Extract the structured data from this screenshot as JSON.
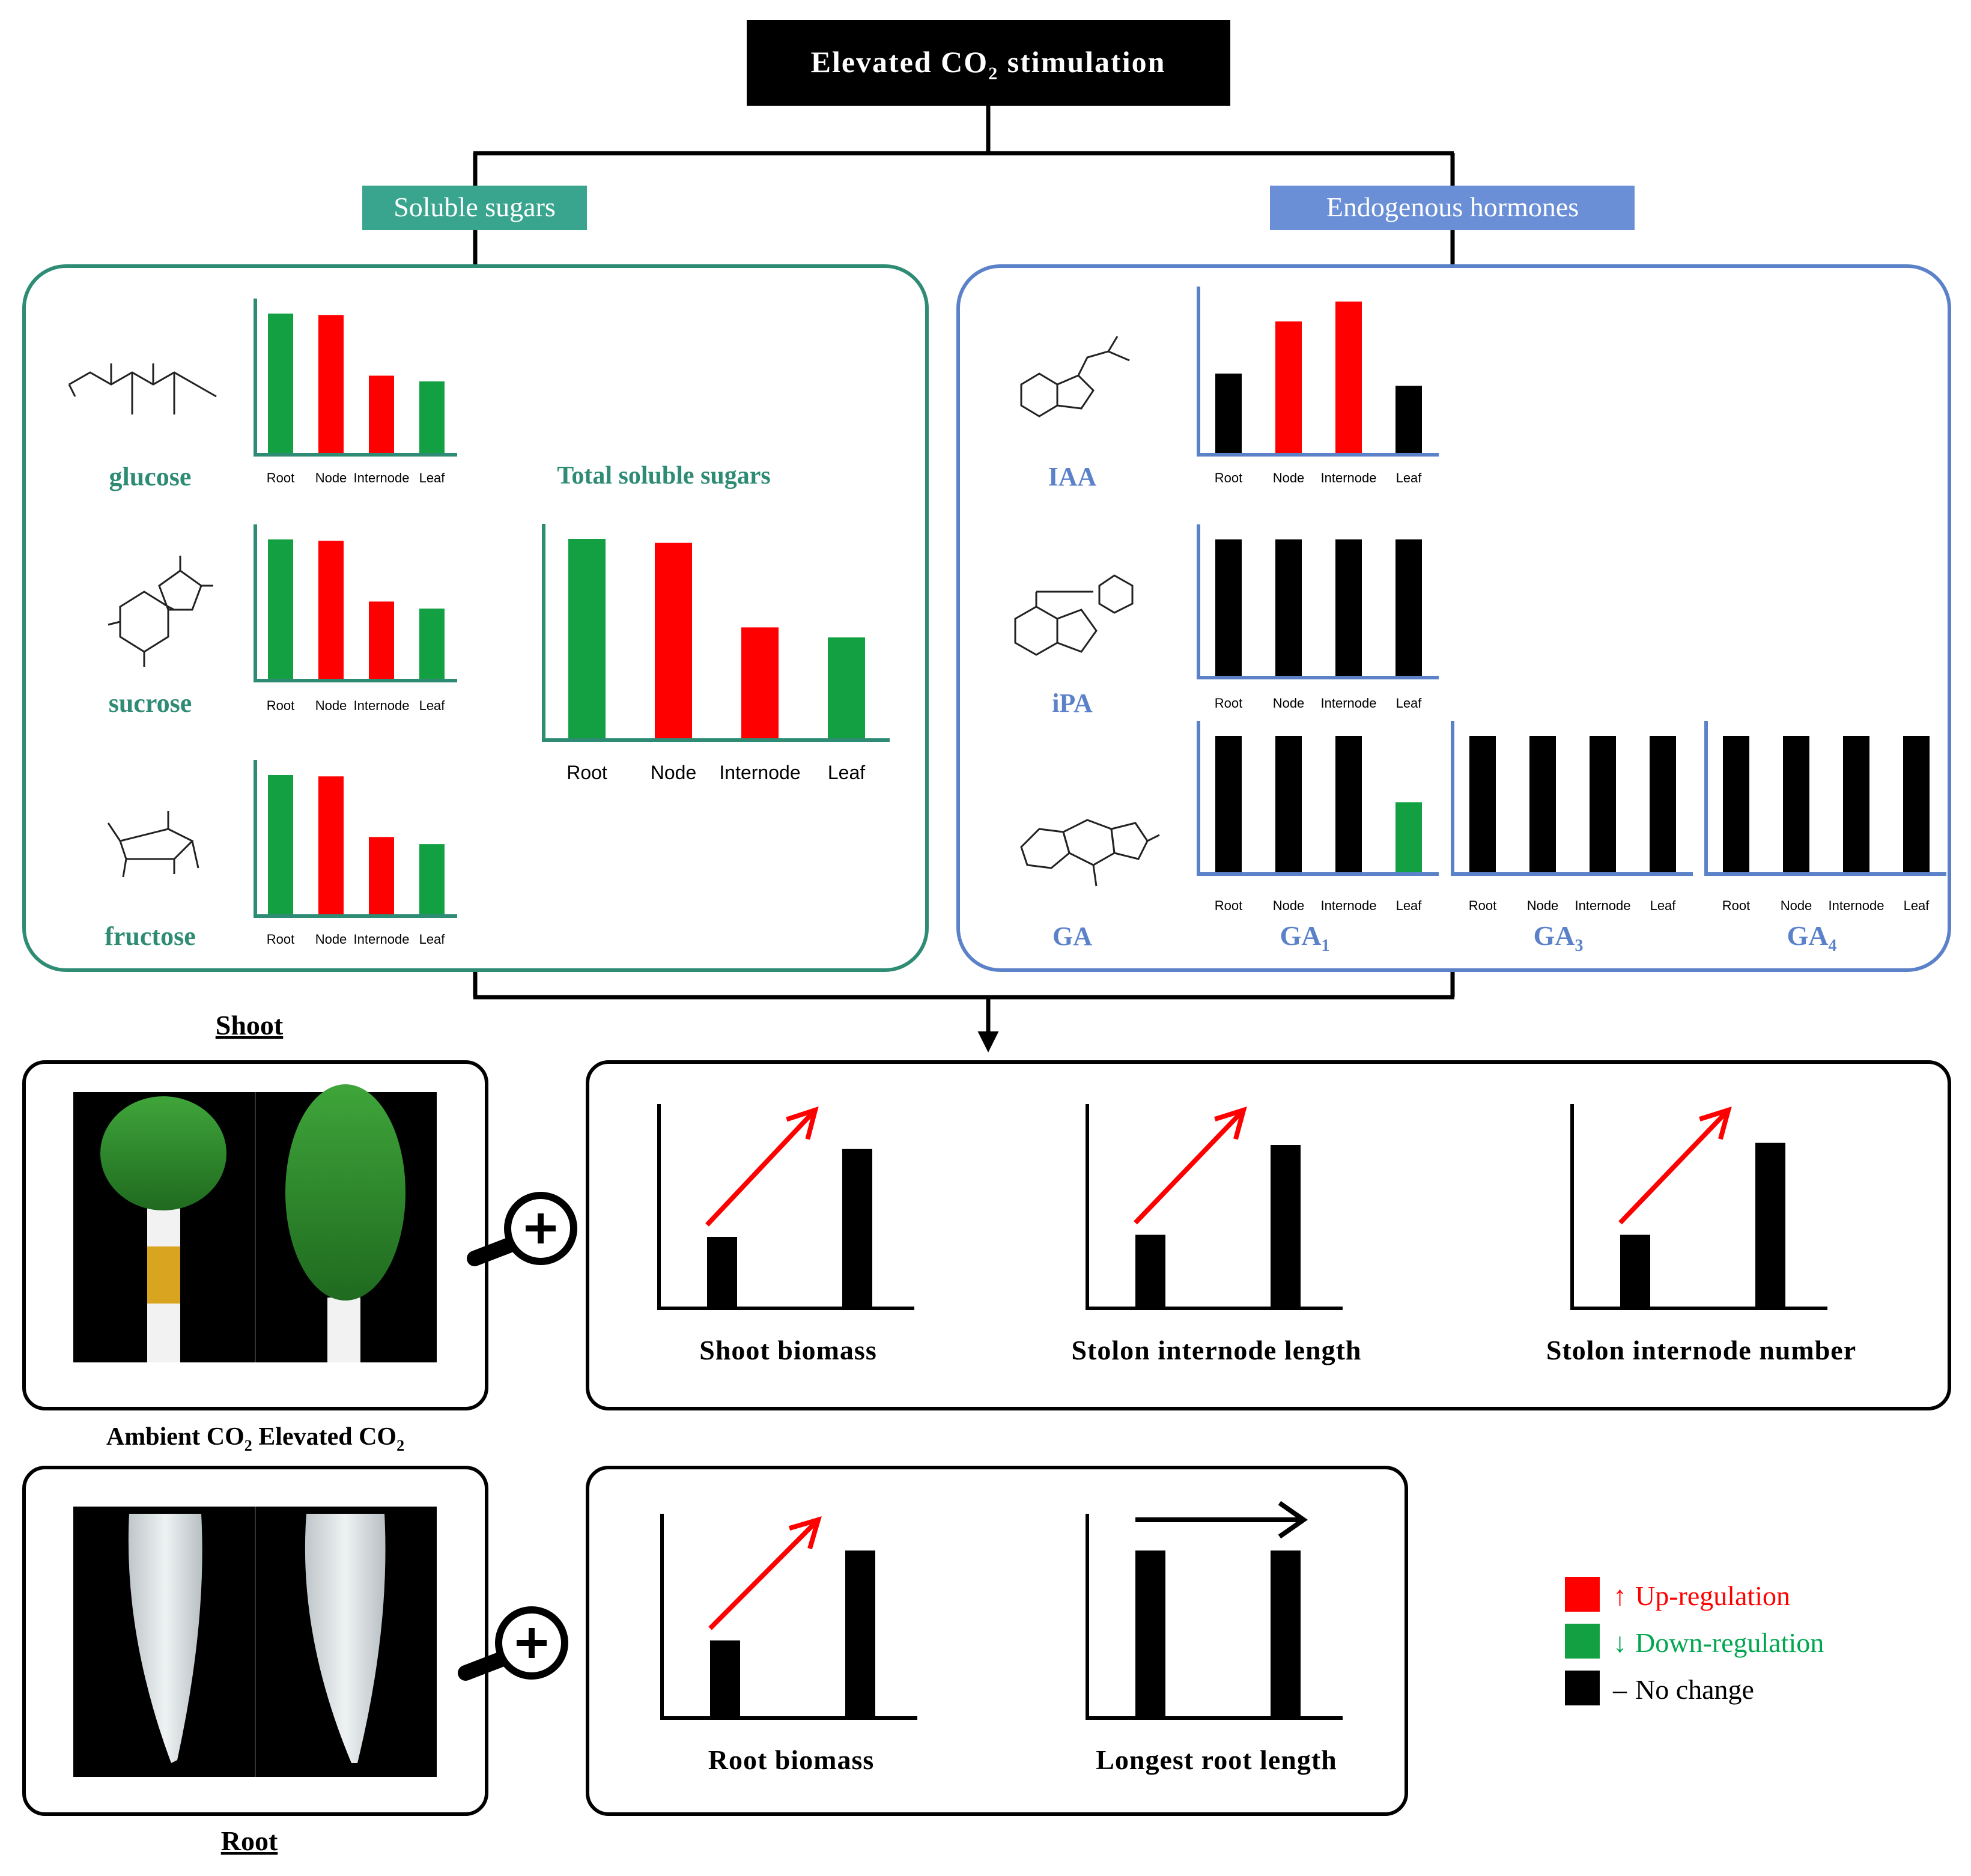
{
  "title": {
    "main": "Elevated CO",
    "sub": "2",
    "tail": " stimulation"
  },
  "left_panel": {
    "label": "Soluble sugars"
  },
  "right_panel": {
    "label": "Endogenous hormones"
  },
  "categories": [
    "Root",
    "Node",
    "Internode",
    "Leaf"
  ],
  "sugars": [
    {
      "name": "glucose",
      "regulation": [
        "down",
        "up",
        "up",
        "down"
      ],
      "values": [
        1.0,
        0.99,
        0.56,
        0.52
      ]
    },
    {
      "name": "sucrose",
      "regulation": [
        "down",
        "up",
        "up",
        "down"
      ],
      "values": [
        1.0,
        0.99,
        0.56,
        0.51
      ]
    },
    {
      "name": "fructose",
      "regulation": [
        "down",
        "up",
        "up",
        "down"
      ],
      "values": [
        1.0,
        0.99,
        0.56,
        0.51
      ]
    }
  ],
  "total_sugars": {
    "name": "Total soluble sugars",
    "regulation": [
      "down",
      "up",
      "up",
      "down"
    ],
    "values": [
      1.0,
      0.98,
      0.56,
      0.51
    ]
  },
  "hormones": [
    {
      "name": "IAA",
      "regulation": [
        "none",
        "up",
        "up",
        "none"
      ],
      "values": [
        0.53,
        0.87,
        1.0,
        0.45
      ]
    },
    {
      "name": "iPA",
      "regulation": [
        "none",
        "none",
        "none",
        "none"
      ],
      "values": [
        1.0,
        1.0,
        1.0,
        1.0
      ]
    }
  ],
  "ga": {
    "name": "GA",
    "forms": [
      {
        "label": "GA",
        "sub": "1",
        "regulation": [
          "none",
          "none",
          "none",
          "down"
        ],
        "values": [
          1.0,
          1.0,
          1.0,
          0.52
        ]
      },
      {
        "label": "GA",
        "sub": "3",
        "regulation": [
          "none",
          "none",
          "none",
          "none"
        ],
        "values": [
          1.0,
          1.0,
          1.0,
          1.0
        ]
      },
      {
        "label": "GA",
        "sub": "4",
        "regulation": [
          "none",
          "none",
          "none",
          "none"
        ],
        "values": [
          1.0,
          1.0,
          1.0,
          1.0
        ]
      }
    ]
  },
  "photos": {
    "shoot_label": "Shoot",
    "root_label": "Root",
    "ambient_label": "Ambient CO",
    "ambient_sub": "2",
    "elevated_label": "Elevated CO",
    "elevated_sub": "2"
  },
  "outcomes_shoot": [
    {
      "label": "Shoot biomass",
      "trend": "up",
      "values": [
        0.35,
        0.78
      ]
    },
    {
      "label": "Stolon internode length",
      "trend": "up",
      "values": [
        0.36,
        0.8
      ]
    },
    {
      "label": "Stolon internode number",
      "trend": "up",
      "values": [
        0.36,
        0.81
      ]
    }
  ],
  "outcomes_root": [
    {
      "label": "Root biomass",
      "trend": "up",
      "values": [
        0.38,
        0.82
      ]
    },
    {
      "label": "Longest root length",
      "trend": "none",
      "values": [
        0.82,
        0.82
      ]
    }
  ],
  "legend": {
    "up": {
      "symbol": "↑",
      "text": "Up-regulation",
      "color": "#ff0000"
    },
    "down": {
      "symbol": "↓",
      "text": "Down-regulation",
      "color": "#00a650"
    },
    "none": {
      "symbol": "–",
      "text": "No change",
      "color": "#000000"
    }
  },
  "colors": {
    "up": "#ff0000",
    "down": "#13a043",
    "none": "#000000",
    "teal": "#2e8b74",
    "teal_label_bg": "#3aa58f",
    "blue": "#5b82c9",
    "blue_label_bg": "#6a8fd6",
    "arrow_up": "#ff0000"
  }
}
